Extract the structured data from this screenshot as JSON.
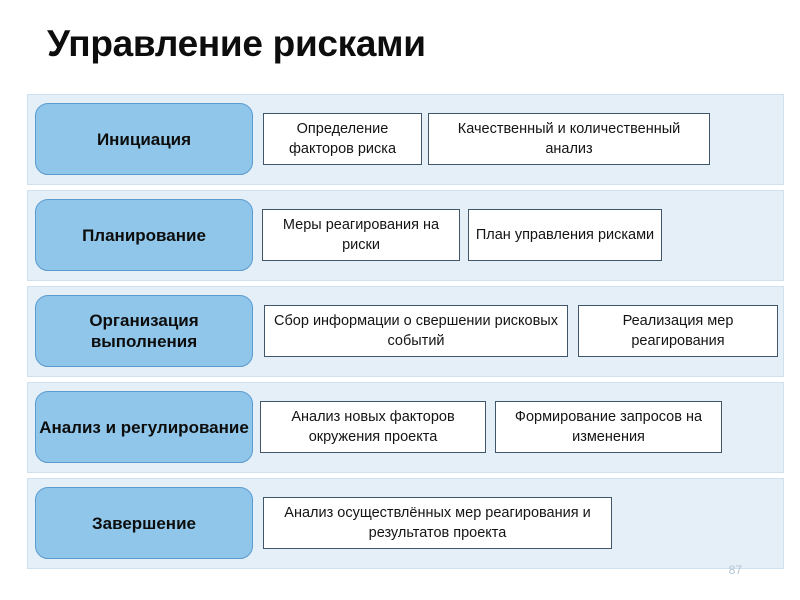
{
  "slide": {
    "title": "Управление рисками",
    "page_number": "87",
    "colors": {
      "band_fill": "#e4eff8",
      "band_border": "#cfe0ee",
      "stage_fill": "#8fc6e9",
      "stage_border": "#5b9bd0",
      "item_fill": "#ffffff",
      "item_border": "#41566b",
      "title_text": "#0d0d0d",
      "page_number_text": "#b3c4d4"
    }
  },
  "rows": [
    {
      "stage": "Инициация",
      "items": [
        "Определение факторов риска",
        "Качественный и количественный анализ"
      ]
    },
    {
      "stage": "Планирование",
      "items": [
        "Меры реагирования на риски",
        "План управления рисками"
      ]
    },
    {
      "stage": "Организация выполнения",
      "items": [
        "Сбор информации о свершении рисковых событий",
        "Реализация мер реагирования"
      ]
    },
    {
      "stage": "Анализ и регулирование",
      "items": [
        "Анализ новых факторов окружения проекта",
        "Формирование запросов на изменения"
      ]
    },
    {
      "stage": "Завершение",
      "items": [
        "Анализ осуществлённых мер реагирования и результатов проекта"
      ]
    }
  ]
}
